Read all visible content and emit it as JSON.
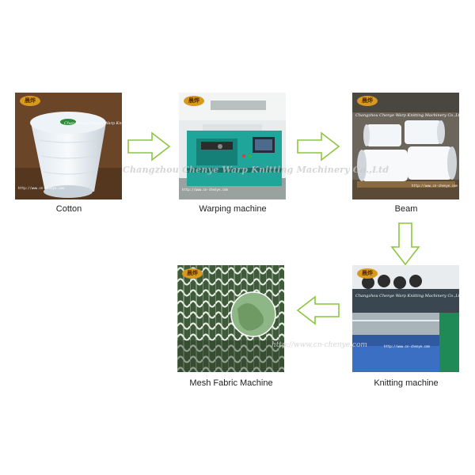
{
  "steps": [
    {
      "label": "Cotton",
      "image_icon": "cotton-yarn-cone-photo"
    },
    {
      "label": "Warping machine",
      "image_icon": "warping-machine-photo"
    },
    {
      "label": "Beam",
      "image_icon": "yarn-beams-photo"
    },
    {
      "label": "Knitting machine",
      "image_icon": "knitting-machine-photo"
    },
    {
      "label": "Mesh Fabric Machine",
      "image_icon": "mesh-fabric-photo"
    }
  ],
  "logo_text": "晨烨",
  "company_watermark": "Changzhou Chenye Warp Knitting Machinery Co.,Ltd",
  "url_watermark": "http://www.cn-chenye.com",
  "photo_small_url": "http://www.cn-chenye.com",
  "colors": {
    "arrow_stroke": "#8cc63f",
    "arrow_fill": "#ffffff",
    "machine_teal": "#1fa59a",
    "mesh_green": "#5d8f53"
  }
}
